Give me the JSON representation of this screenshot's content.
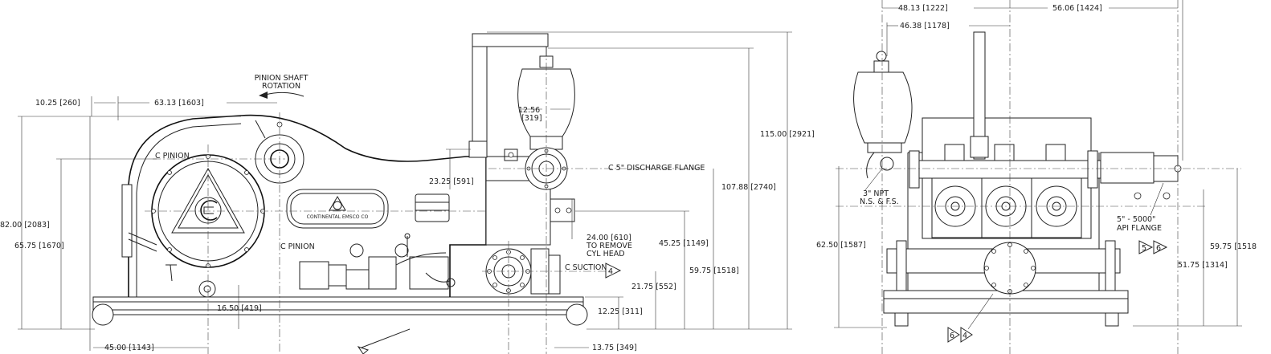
{
  "side_view": {
    "rotation_label_1": "PINION SHAFT",
    "rotation_label_2": "ROTATION",
    "d_10_25": "10.25 [260]",
    "d_63_13": "63.13 [1603]",
    "d_82_00": "82.00 [2083]",
    "d_65_75": "65.75 [1670]",
    "c_pinion_top": "C PINION",
    "c_pinion_bottom": "C PINION",
    "badge_text": "CONTINENTAL EMSCO CO",
    "d_12_56_a": "12.56",
    "d_12_56_b": "[319]",
    "d_23_25": "23.25 [591]",
    "c_discharge": "C 5\" DISCHARGE FLANGE",
    "d_24_00_a": "24.00 [610]",
    "d_24_00_b": "TO REMOVE",
    "d_24_00_c": "CYL HEAD",
    "d_45_25": "45.25 [1149]",
    "d_59_75": "59.75 [1518]",
    "d_107_88": "107.88 [2740]",
    "d_115_00": "115.00 [2921]",
    "c_suction": "C SUCTION",
    "note_4": "4",
    "d_21_75": "21.75 [552]",
    "d_12_25": "12.25 [311]",
    "d_16_50": "16.50 [419]",
    "d_45_00": "45.00 [1143]",
    "d_13_75": "13.75 [349]"
  },
  "end_view": {
    "d_48_13": "48.13 [1222]",
    "d_56_06": "56.06 [1424]",
    "d_46_38": "46.38 [1178]",
    "npt_1": "3\" NPT",
    "npt_2": "N.S. & F.S.",
    "flange_1": "5\" - 5000\"",
    "flange_2": "API FLANGE",
    "note_5": "5",
    "note_6": "6",
    "note_6b": "6",
    "note_4b": "4",
    "d_62_50": "62.50 [1587]",
    "d_59_75": "59.75 [1518",
    "d_51_75": "51.75 [1314]"
  }
}
